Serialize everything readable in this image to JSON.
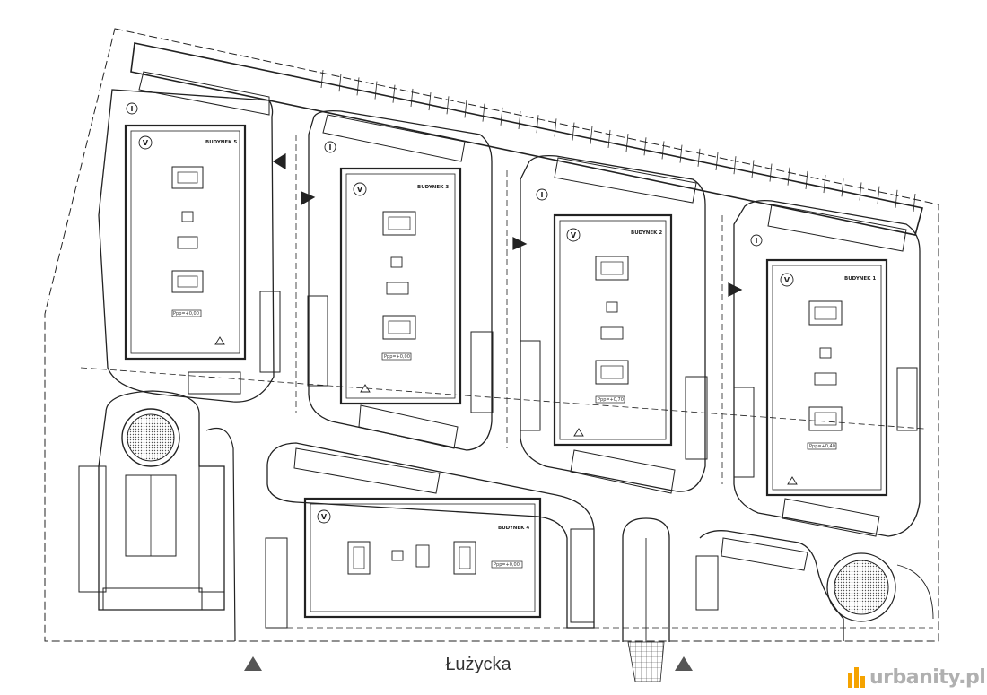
{
  "street": {
    "name": "Łużycka"
  },
  "logo": {
    "text": "urbanity.pl",
    "color": "#f5a300"
  },
  "buildings": [
    {
      "name": "BUDYNEK 5",
      "zone": "V",
      "plot": "I",
      "ppm": "Ppp=+0,00"
    },
    {
      "name": "BUDYNEK 3",
      "zone": "V",
      "plot": "I",
      "ppm": "Ppp=+0,00"
    },
    {
      "name": "BUDYNEK 2",
      "zone": "V",
      "plot": "I",
      "ppm": "Ppp=+0,70"
    },
    {
      "name": "BUDYNEK 1",
      "zone": "V",
      "plot": "I",
      "ppm": "Ppp=+0,40"
    },
    {
      "name": "BUDYNEK 4",
      "zone": "V",
      "ppm": "Ppp=+0,00"
    }
  ]
}
